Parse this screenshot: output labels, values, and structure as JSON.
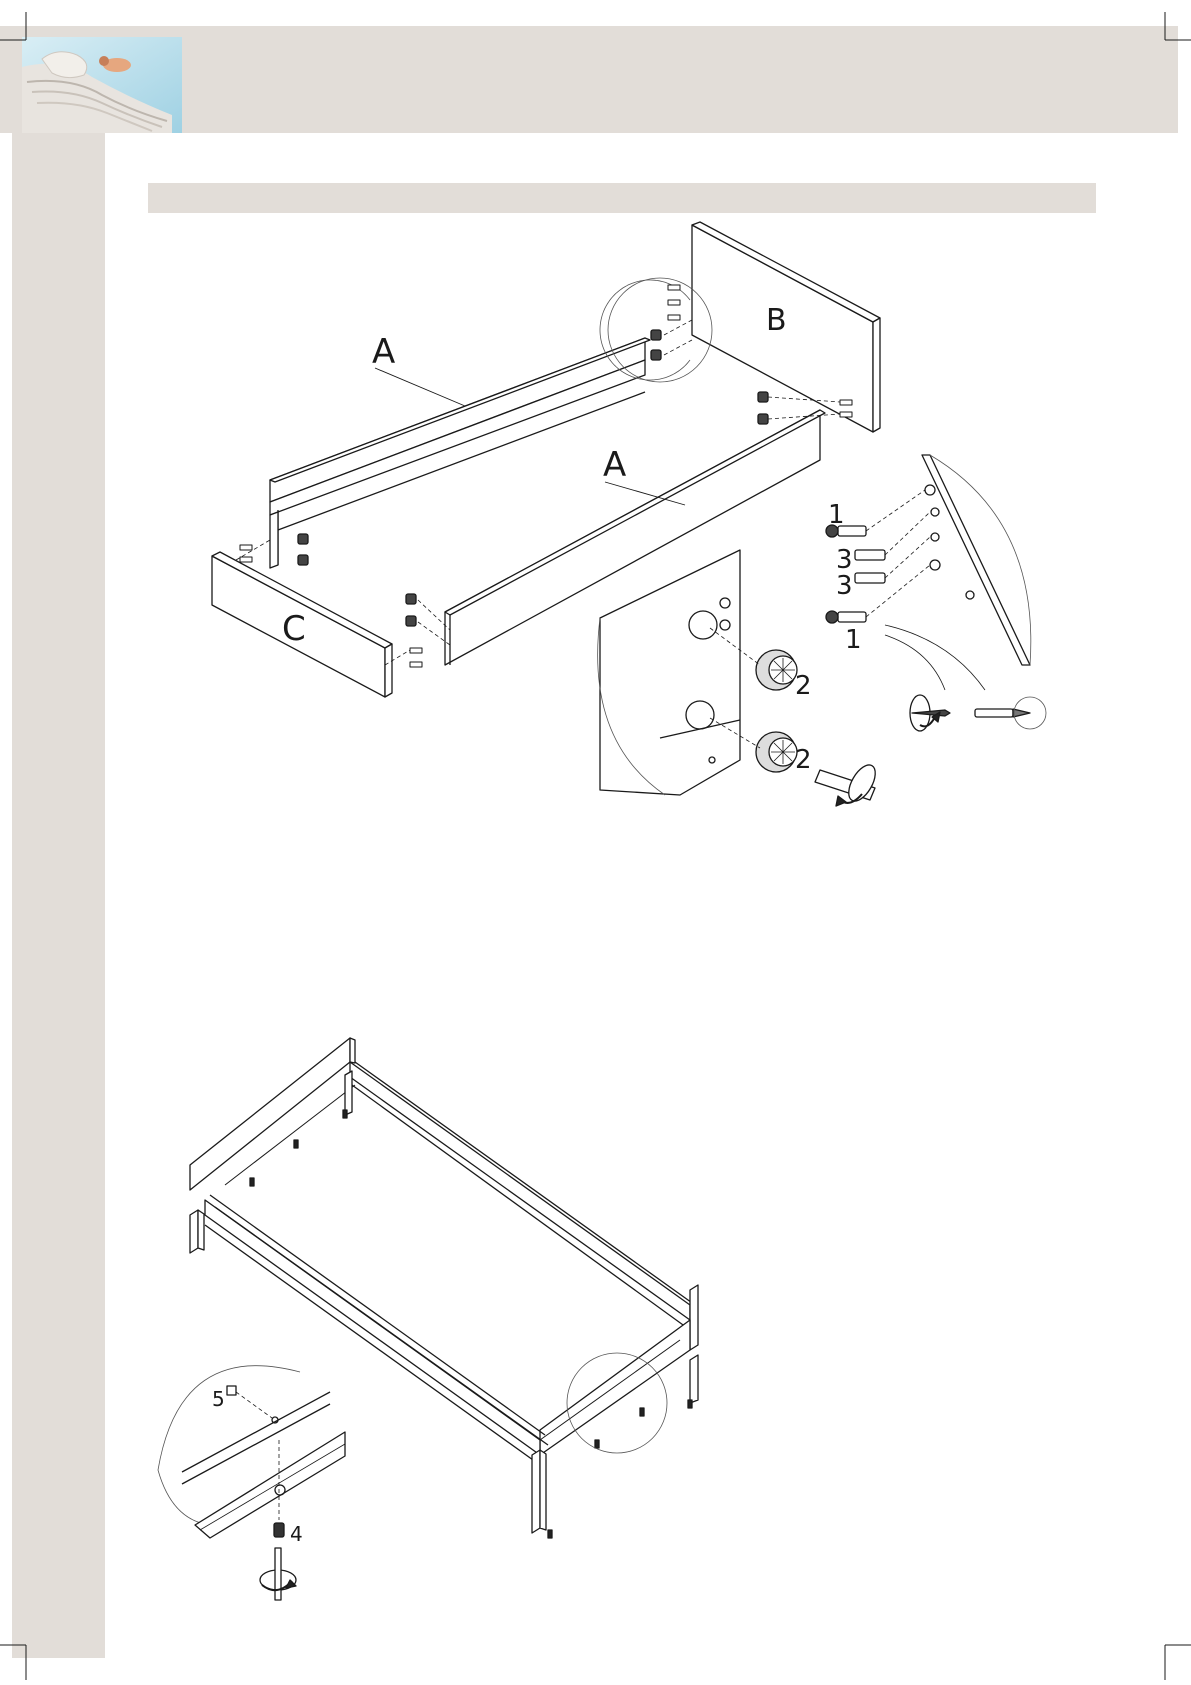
{
  "step1": {
    "labels": {
      "side_a_top": "A",
      "side_a_bottom": "A",
      "panel_b": "B",
      "panel_c": "C",
      "part_1_top": "1",
      "part_3_a": "3",
      "part_3_b": "3",
      "part_1_bottom": "1",
      "part_2_top": "2",
      "part_2_bottom": "2"
    }
  },
  "step2": {
    "labels": {
      "part_5": "5",
      "part_4": "4"
    }
  },
  "colors": {
    "band": "#e2ddd8",
    "line": "#1a1a1a",
    "panel_fill": "#ffffff"
  }
}
